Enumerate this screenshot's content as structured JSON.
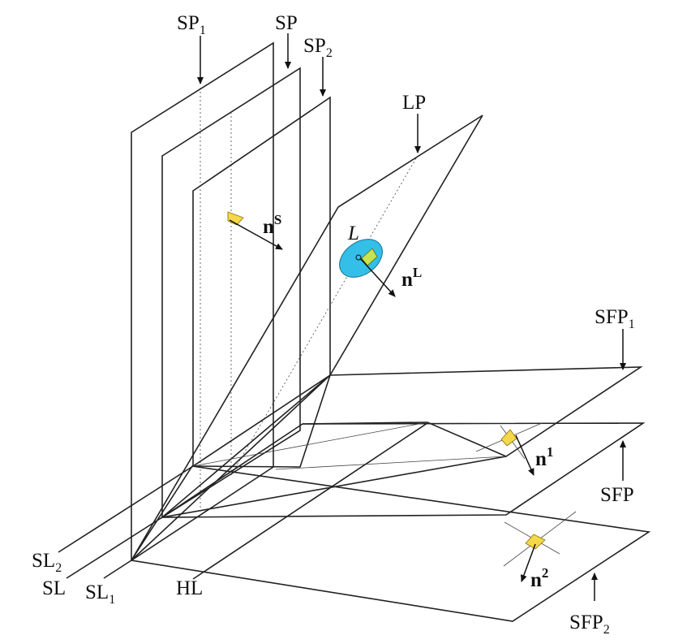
{
  "labels": {
    "sp1": {
      "main": "SP",
      "sub": "1"
    },
    "sp": {
      "main": "SP",
      "sub": ""
    },
    "sp2": {
      "main": "SP",
      "sub": "2"
    },
    "lp": {
      "main": "LP",
      "sub": ""
    },
    "sfp1": {
      "main": "SFP",
      "sub": "1"
    },
    "sfp": {
      "main": "SFP",
      "sub": ""
    },
    "sfp2": {
      "main": "SFP",
      "sub": "2"
    },
    "sl2": {
      "main": "SL",
      "sub": "2"
    },
    "sl": {
      "main": "SL",
      "sub": ""
    },
    "sl1": {
      "main": "SL",
      "sub": "1"
    },
    "hl": {
      "main": "HL",
      "sub": ""
    },
    "l": {
      "main": "L",
      "sub": ""
    }
  },
  "vectors": {
    "ns": {
      "base": "n",
      "sup": "S"
    },
    "nl": {
      "base": "n",
      "sup": "L"
    },
    "n1": {
      "base": "n",
      "sup": "1"
    },
    "n2": {
      "base": "n",
      "sup": "2"
    }
  },
  "colors": {
    "pink_plane": "#f8cfd8",
    "yellow_plane": "#eeeec8",
    "orange_plane": "#e8b8a0",
    "light_blue_plane": "#7fe6f6",
    "green_plane": "#7ee07a",
    "marker_yellow": "#f5d84a",
    "disk_blue": "#33bfe8"
  }
}
